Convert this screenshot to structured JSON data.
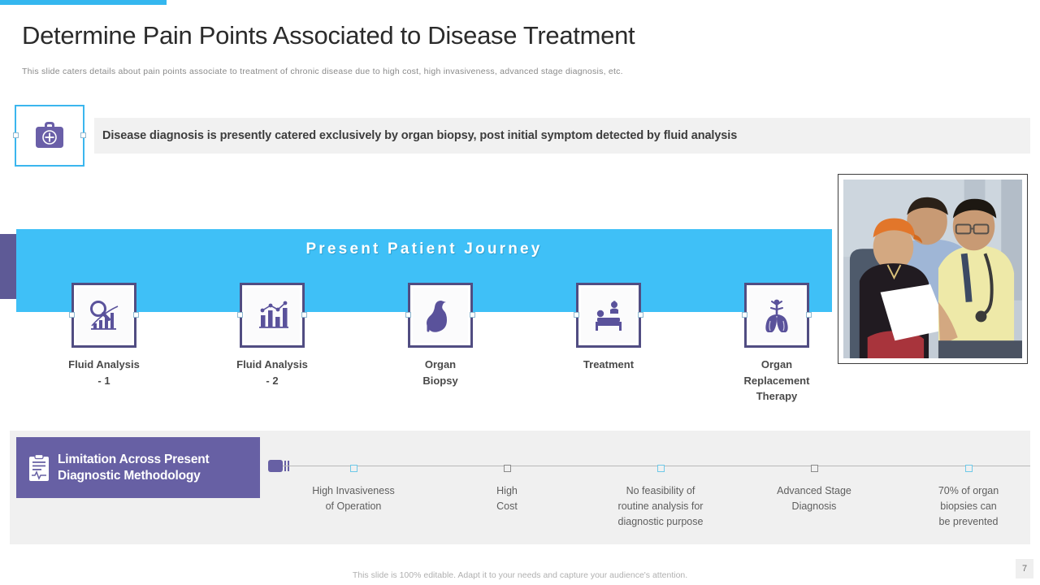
{
  "header": {
    "title": "Determine Pain Points Associated to Disease Treatment",
    "subtitle": "This slide caters details about pain points associate to treatment of chronic disease due to high cost, high invasiveness,  advanced  stage diagnosis, etc."
  },
  "statement": {
    "text": "Disease diagnosis is presently catered exclusively by organ biopsy, post initial symptom detected by fluid analysis",
    "icon": "medical-bag-icon"
  },
  "journey": {
    "title": "Present Patient Journey",
    "steps": [
      {
        "label": "Fluid Analysis\n- 1",
        "icon": "magnifier-chart-icon"
      },
      {
        "label": "Fluid Analysis\n- 2",
        "icon": "bar-line-chart-icon"
      },
      {
        "label": "Organ\nBiopsy",
        "icon": "stomach-icon"
      },
      {
        "label": "Treatment",
        "icon": "patient-bed-icon"
      },
      {
        "label": "Organ\nReplacement\nTherapy",
        "icon": "lungs-icon"
      }
    ]
  },
  "limitation": {
    "title": "Limitation Across Present\nDiagnostic Methodology",
    "icon": "clipboard-report-icon",
    "points": [
      {
        "label": "High Invasiveness\nof Operation",
        "marker": "cyan"
      },
      {
        "label": "High\nCost",
        "marker": "gray"
      },
      {
        "label": "No feasibility of\nroutine analysis for\ndiagnostic purpose",
        "marker": "cyan"
      },
      {
        "label": "Advanced Stage\nDiagnosis",
        "marker": "gray"
      },
      {
        "label": "70% of organ\nbiopsies can\nbe prevented",
        "marker": "cyan"
      }
    ]
  },
  "photo": {
    "alt": "doctor-consulting-patient-photo"
  },
  "footer": {
    "note": "This slide is 100% editable. Adapt it to your needs and capture your audience's attention.",
    "page_number": "7"
  },
  "colors": {
    "accent_blue": "#3fc0f7",
    "purple": "#6760a4",
    "deep_purple": "#514d82",
    "band_purple": "#5e5a96",
    "gray_bg": "#f0f0f0"
  }
}
